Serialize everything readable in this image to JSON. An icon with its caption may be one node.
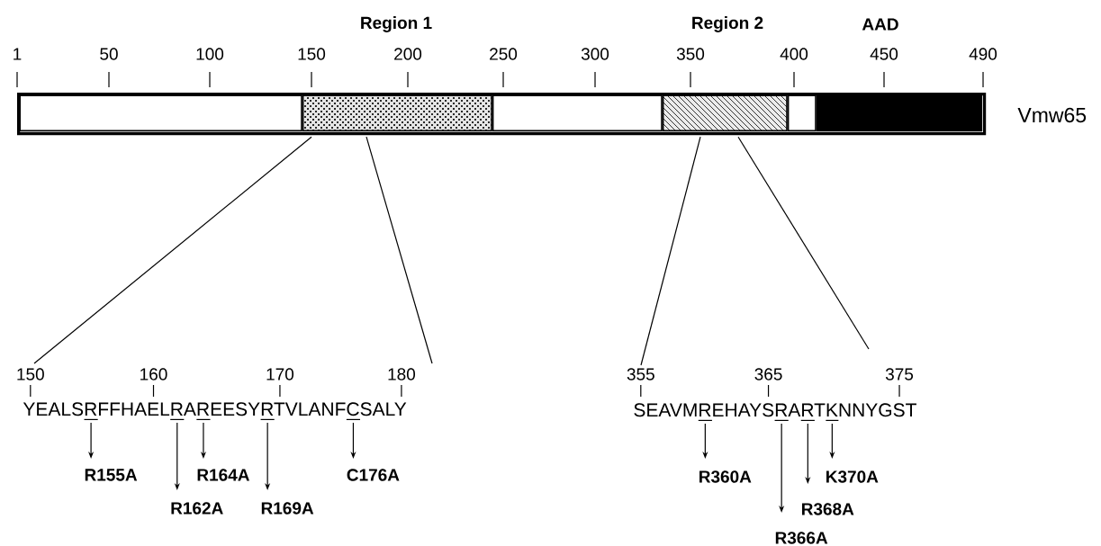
{
  "diagram": {
    "nodes": [
      {
        "text": [],
        "shape": "bar",
        "beside": [
          "Vmw65"
        ]
      },
      {
        "text": [],
        "shape": "box",
        "in": 0
      },
      {
        "text": [
          "Region 1"
        ],
        "in": 0
      },
      {
        "text": [],
        "shape": "box",
        "in": 0
      },
      {
        "text": [
          "Region 2"
        ],
        "in": 0
      },
      {
        "text": [],
        "shape": "box",
        "in": 0
      },
      {
        "text": [
          "AAD"
        ],
        "in": 0
      },
      {
        "text": [
          "YEALSRFFHAELRAREESYRTVLANFCSALY"
        ]
      },
      {
        "text": [
          "SEAVMREHAYSRARTKNNYGST"
        ]
      },
      {
        "text": [
          "R155A"
        ]
      },
      {
        "text": [
          "R162A"
        ]
      },
      {
        "text": [
          "R164A"
        ]
      },
      {
        "text": [
          "R169A"
        ]
      },
      {
        "text": [
          "C176A"
        ]
      },
      {
        "text": [
          "R360A"
        ]
      },
      {
        "text": [
          "R366A"
        ]
      },
      {
        "text": [
          "R368A"
        ]
      },
      {
        "text": [
          "K370A"
        ]
      }
    ],
    "edges": [
      {
        "from": 2,
        "to": 7,
        "arrow": "none"
      },
      {
        "from": 2,
        "to": 7,
        "arrow": "none"
      },
      {
        "from": 4,
        "to": 8,
        "arrow": "none"
      },
      {
        "from": 4,
        "to": 8,
        "arrow": "none"
      },
      {
        "from": 7,
        "to": 9,
        "arrow": "to"
      },
      {
        "from": 7,
        "to": 10,
        "arrow": "to"
      },
      {
        "from": 7,
        "to": 11,
        "arrow": "to"
      },
      {
        "from": 7,
        "to": 12,
        "arrow": "to"
      },
      {
        "from": 7,
        "to": 13,
        "arrow": "to"
      },
      {
        "from": 8,
        "to": 14,
        "arrow": "to"
      },
      {
        "from": 8,
        "to": 15,
        "arrow": "to"
      },
      {
        "from": 8,
        "to": 16,
        "arrow": "to"
      },
      {
        "from": 8,
        "to": 17,
        "arrow": "to"
      }
    ],
    "labels": [
      "1",
      "50",
      "100",
      "150",
      "200",
      "250",
      "300",
      "350",
      "400",
      "450",
      "490",
      "150",
      "160",
      "170",
      "180",
      "355",
      "365",
      "375"
    ]
  }
}
